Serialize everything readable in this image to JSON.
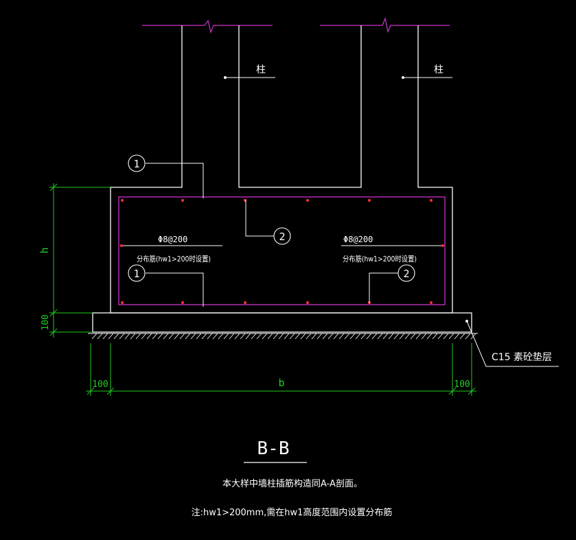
{
  "colors": {
    "background": "#000000",
    "outline": "#ffffff",
    "rebar": "#cc33cc",
    "rebar_dot": "#ff3333",
    "dimension": "#22cc22",
    "text": "#ffffff",
    "hatch": "#ffffff"
  },
  "labels": {
    "column_left": "柱",
    "column_right": "柱",
    "bubble_1_top": "1",
    "bubble_1_bottom": "1",
    "bubble_2_mid": "2",
    "bubble_2_bottom": "2",
    "rebar_spec_left": "Φ8@200",
    "rebar_dist_left": "分布筋(hw1>200时设置)",
    "rebar_spec_right": "Φ8@200",
    "rebar_dist_right": "分布筋(hw1>200时设置)",
    "cushion": "C15 素砼垫层"
  },
  "dimensions": {
    "height": "h",
    "cushion_thickness": "100",
    "width": "b",
    "left_offset": "100",
    "right_offset": "100"
  },
  "title": {
    "section": "B-B",
    "note_1": "本大样中墙柱插筋构造同A-A剖面。",
    "note_2": "注:hw1>200mm,需在hw1高度范围内设置分布筋"
  }
}
